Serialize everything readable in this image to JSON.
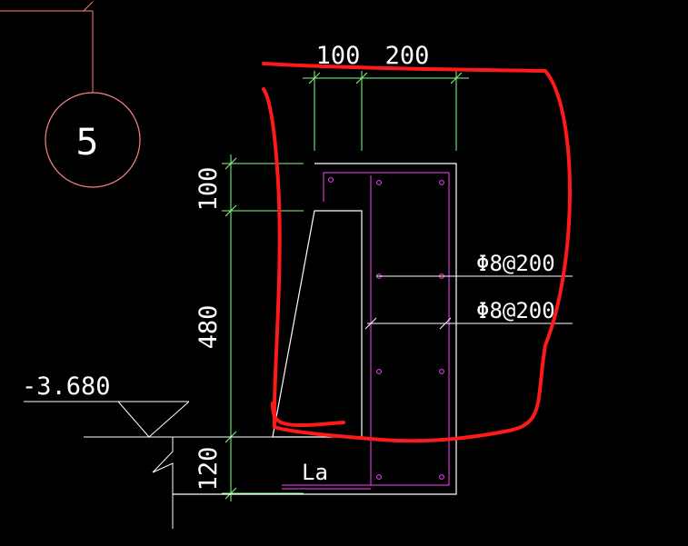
{
  "drawing": {
    "detail_number": "5",
    "dimensions": {
      "top_left": "100",
      "top_right": "200",
      "left_top": "100",
      "left_middle": "480",
      "left_bottom": "120"
    },
    "elevation": "-3.680",
    "rebar_labels": [
      "Φ8@200",
      "Φ8@200"
    ],
    "anchorage_label": "La",
    "colors": {
      "background": "#000000",
      "outline": "#ffffff",
      "dimension": "#80ff80",
      "rebar": "#ff40ff",
      "leader_red": "#ff8080",
      "annotation_markup": "#ff1a1a"
    }
  }
}
